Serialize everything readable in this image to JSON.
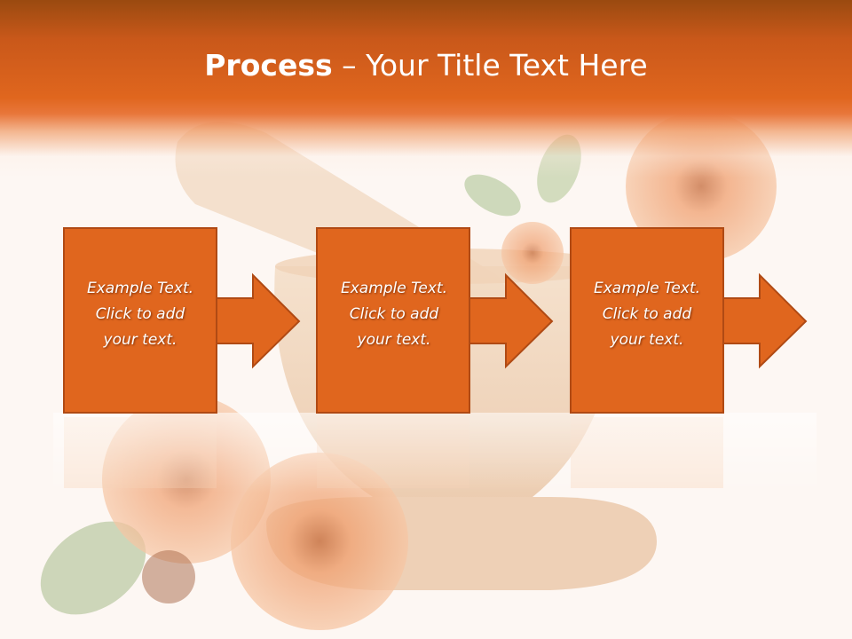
{
  "slide": {
    "title_bold": "Process",
    "title_rest": " – Your Title Text Here"
  },
  "steps": [
    {
      "text": "Example Text.\nClick  to add\nyour text."
    },
    {
      "text": "Example Text.\nClick  to add\nyour text."
    },
    {
      "text": "Example Text.\nClick  to add\nyour text."
    }
  ],
  "colors": {
    "header_orange": "#e0661e",
    "box_fill": "#e0661e",
    "box_border": "#b04a14",
    "background": "#fdf7f3"
  }
}
